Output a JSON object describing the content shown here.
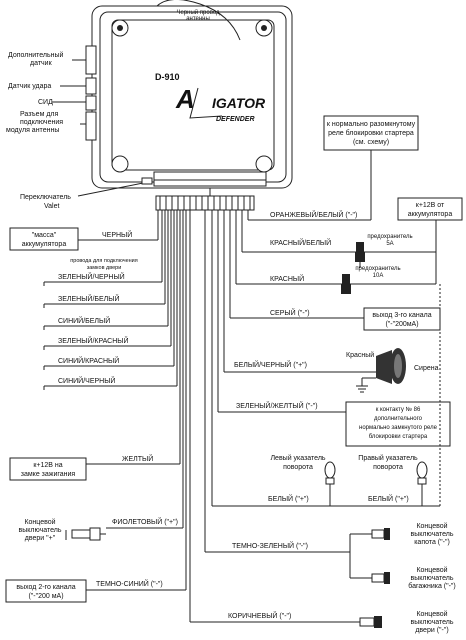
{
  "module": {
    "model": "D-910",
    "brand_a": "A",
    "brand_rest": "IGATOR",
    "brand_line2": "DEFENDER",
    "antenna_label_1": "Черный провод",
    "antenna_label_2": "антенны"
  },
  "left_labels": {
    "aux_sensor": [
      "Дополнительный",
      "датчик"
    ],
    "shock_sensor": "Датчик удара",
    "led": "СИД",
    "antenna_conn": [
      "Разъем для",
      "подключения",
      "модуля антенны"
    ],
    "valet": [
      "Переключатель",
      "Valet"
    ],
    "ground_box": [
      "\"масса\"",
      "аккумулятора"
    ],
    "door_lock_note": [
      "провода для подключения",
      "замков двери"
    ],
    "ignition_box": [
      "к+12В на",
      "замке зажигания"
    ],
    "door_switch": [
      "Концевой",
      "выключатель",
      "двери \"+\""
    ],
    "ch2_box": [
      "выход 2-го канала",
      "(\"-\"200 мА)"
    ]
  },
  "wires": {
    "orange_white": "ОРАНЖЕВЫЙ/БЕЛЫЙ (\"-\")",
    "black": "ЧЕРНЫЙ",
    "red_white": "КРАСНЫЙ/БЕЛЫЙ",
    "red": "КРАСНЫЙ",
    "green_black": "ЗЕЛЕНЫЙ/ЧЕРНЫЙ",
    "green_white": "ЗЕЛЕНЫЙ/БЕЛЫЙ",
    "blue_white": "СИНИЙ/БЕЛЫЙ",
    "green_red": "ЗЕЛЕНЫЙ/КРАСНЫЙ",
    "blue_red": "СИНИЙ/КРАСНЫЙ",
    "blue_black": "СИНИЙ/ЧЕРНЫЙ",
    "gray": "СЕРЫЙ (\"-\")",
    "white_black": "БЕЛЫЙ/ЧЕРНЫЙ (\"+\")",
    "green_yellow": "ЗЕЛЕНЫЙ/ЖЕЛТЫЙ (\"-\")",
    "yellow": "ЖЕЛТЫЙ",
    "white_left": "БЕЛЫЙ (\"+\")",
    "white_right": "БЕЛЫЙ (\"+\")",
    "violet": "ФИОЛЕТОВЫЙ (\"+\")",
    "dark_green": "ТЕМНО-ЗЕЛЕНЫЙ (\"-\")",
    "dark_blue": "ТЕМНО-СИНИЙ (\"-\")",
    "brown": "КОРИЧНЕВЫЙ (\"-\")"
  },
  "right_labels": {
    "starter_relay_box": [
      "к нормально разомкнутому",
      "реле блокировки стартера",
      "(см. схему)"
    ],
    "battery_box": [
      "к+12В от",
      "аккумулятора"
    ],
    "fuse_5a": [
      "предохранитель",
      "5А"
    ],
    "fuse_10a": [
      "предохранитель",
      "10А"
    ],
    "ch3_box": [
      "выход 3-го канала",
      "(\"-\"200мА)"
    ],
    "siren_red": "Красный",
    "siren": "Сирена",
    "relay86_box": [
      "к контакту № 86",
      "дополнительного",
      "нормально замкнутого реле",
      "блокировки стартера"
    ],
    "left_turn": [
      "Левый указатель",
      "поворота"
    ],
    "right_turn": [
      "Правый указатель",
      "поворота"
    ],
    "hood_switch": [
      "Концевой",
      "выключатель",
      "капота (\"-\")"
    ],
    "trunk_switch": [
      "Концевой",
      "выключатель",
      "багажника (\"-\")"
    ],
    "door_switch_minus": [
      "Концевой",
      "выключатель",
      "двери (\"-\")"
    ]
  }
}
